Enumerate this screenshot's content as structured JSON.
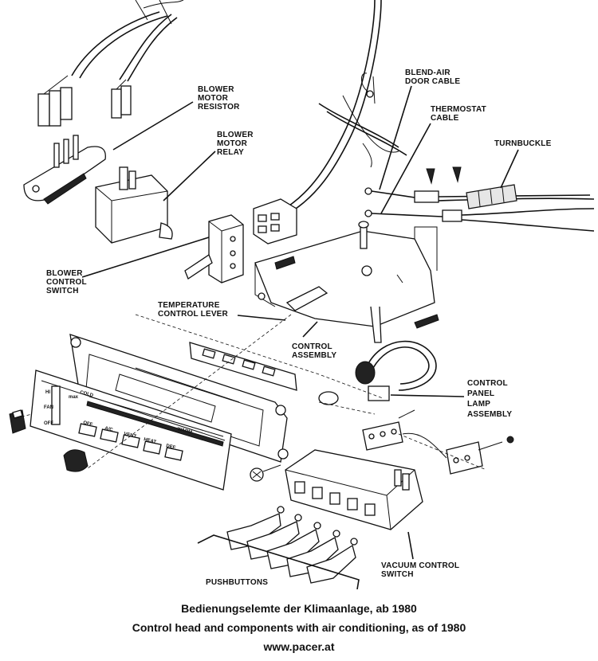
{
  "labels": {
    "blower_motor_resistor": [
      "BLOWER",
      "MOTOR",
      "RESISTOR"
    ],
    "blower_motor_relay": [
      "BLOWER",
      "MOTOR",
      "RELAY"
    ],
    "blend_air_door_cable": [
      "BLEND-AIR",
      "DOOR CABLE"
    ],
    "thermostat_cable": [
      "THERMOSTAT",
      "CABLE"
    ],
    "turnbuckle": "TURNBUCKLE",
    "blower_control_switch": [
      "BLOWER",
      "CONTROL",
      "SWITCH"
    ],
    "temperature_control_lever": [
      "TEMPERATURE",
      "CONTROL LEVER"
    ],
    "control_assembly": [
      "CONTROL",
      "ASSEMBLY"
    ],
    "control_panel_lamp_assembly": [
      "CONTROL",
      "PANEL",
      "LAMP",
      "ASSEMBLY"
    ],
    "vacuum_control_switch": [
      "VACUUM CONTROL",
      "SWITCH"
    ],
    "pushbuttons": "PUSHBUTTONS"
  },
  "panel": {
    "fan_scale": [
      "HI",
      "FAN",
      "OFF"
    ],
    "cold": "COLD",
    "max": "max",
    "warm": "WARM",
    "buttons": [
      "OFF",
      "A/C",
      "VENT",
      "HEAT",
      "DEF"
    ]
  },
  "caption": {
    "line1": "Bedienungselemte der Klimaanlage,  ab 1980",
    "line2": "Control head and components with air conditioning, as of 1980",
    "line3": "www.pacer.at"
  }
}
